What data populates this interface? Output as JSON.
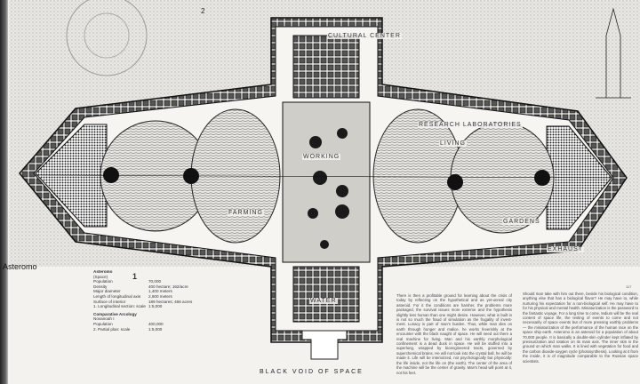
{
  "figure_number_top": "2",
  "labels": {
    "cultural_center": "CULTURAL CENTER",
    "research_laboratories": "RESEARCH LABORATORIES",
    "living": "LIVING",
    "working": "WORKING",
    "farming": "FARMING",
    "gardens": "GARDENS",
    "exhaust": "EXHAUST",
    "water": "WATER",
    "black_void": "BLACK VOID OF SPACE"
  },
  "title": "Asteromo",
  "caption": {
    "figure_number": "1",
    "heading": "Asteromo",
    "rows": [
      {
        "k": "(Space)",
        "v": ""
      },
      {
        "k": "Population",
        "v": "70,000"
      },
      {
        "k": "Density",
        "v": "400 hectare; 162/acre"
      },
      {
        "k": "Major diameter",
        "v": "1,400 meters"
      },
      {
        "k": "Length of longitudinal axis",
        "v": "2,600 meters"
      },
      {
        "k": "Surface of interior",
        "v": "189 hectares; 466 acres"
      },
      {
        "k": "1. Longitudinal section: scale",
        "v": "1:5,000"
      }
    ],
    "heading2": "Comparative Arcology",
    "rows2": [
      {
        "k": "Novanoah I",
        "v": ""
      },
      {
        "k": "Population",
        "v": "400,000"
      },
      {
        "k": "2. Partial plan: scale",
        "v": "1:5,000"
      }
    ]
  },
  "text_col_1": "There is then a profitable ground for learning about the crisis of today by reflecting on the hypothetical and as yet-unreal city asteroid. For it the conditions are harsher, the problems more packaged, the survival issues more extreme and the hypothesis slightly less human than one might desire. However, what is built in is not so much the fraud of simulation as the frugality of invest- ment. Lunacy is part of man's burden. Thus, while man dies on earth through hunger and malice, he works feverishly at the encounter with the black naught of space. He will need out there a real machine for living. Man and his earthly morphological confinement is a dead duck in space. He will be stuffed into a superlung, wrapped by bioengineered tracts, governed by superchemical brains. He will not look into the crystal ball, he will be made it. Life will be interiorized, not psychologically but physically: the life inside, not the life on (the earth). The center of the area of the machine will be the center of gravity. Man's head will point at it, not his feet.",
  "text_col_2": "Should man take with him out there, beside his biological condition, anything else that has a biological flavor? He may have to, while nurturing his expectation for a non-biological self. He may have to for his physical and mental health. Miniaturization is the password to the fantastic voyage. For a long time to come, tedium will be the real content of space life, the testing of events to come and not necessarily of space events but of more pressing earthly problems — the miniaturization of the performance of the human race on the space ship earth. Asteromo is an asteroid for a population of about 70,000 people. It is basically a double-skin cylinder kept inflated by pressurization and rotation on its main axis. The inner skin is the ground on which man walks. It is lined with vegetation for food and the carbon dioxide-oxygen cycle (photosynthesis). Looking at it from the inside, it is of magnitude comparable to the Russian space scientists.",
  "page_number": "117",
  "colors": {
    "paper": "#f3f2ee",
    "ink": "#1a1a1a",
    "hatch": "#8a8a86"
  }
}
